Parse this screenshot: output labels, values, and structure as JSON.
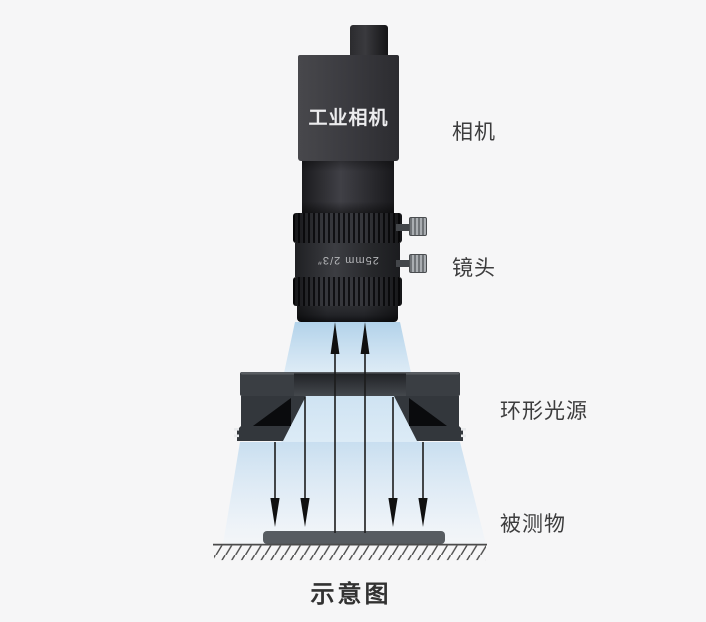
{
  "diagram": {
    "caption": "示意图",
    "camera": {
      "body_text": "工业相机",
      "label": "相机"
    },
    "lens": {
      "ring_text": "25mm 2/3″",
      "label": "镜头"
    },
    "ring_light": {
      "label": "环形光源"
    },
    "measured_object": {
      "label": "被测物"
    },
    "colors": {
      "background": "#f6f6f7",
      "device_dark": "#36393d",
      "light_beam_blue": "#cfe3f2",
      "arrow": "#1c1c1c",
      "label_text": "#3c3c3d"
    }
  }
}
